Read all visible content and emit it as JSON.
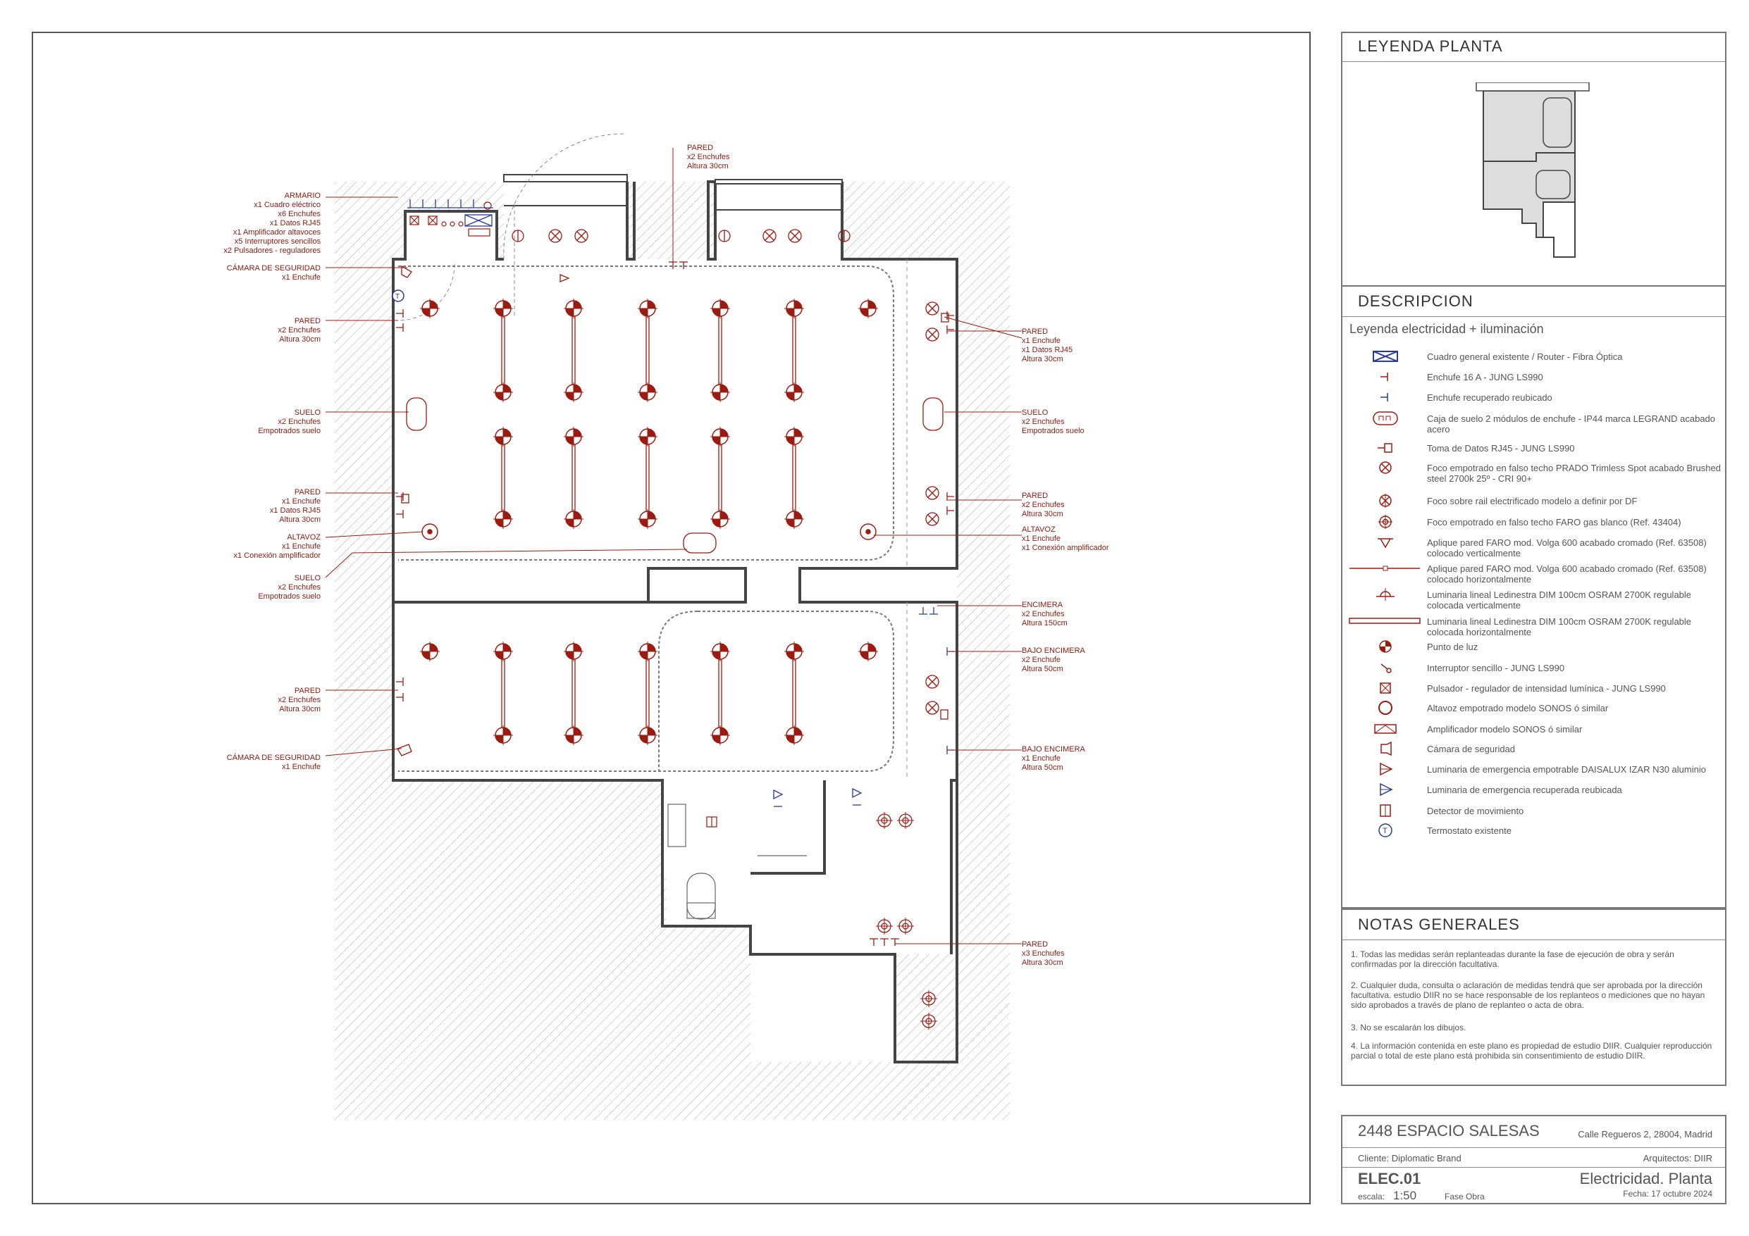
{
  "annotations_left": [
    {
      "lines": [
        "ARMARIO",
        "x1 Cuadro eléctrico",
        "x6 Enchufes",
        "x1 Datos RJ45",
        "x1 Amplificador altavoces",
        "x5 Interruptores sencillos",
        "x2 Pulsadores - reguladores"
      ]
    },
    {
      "lines": [
        "CÁMARA DE SEGURIDAD",
        "x1 Enchufe"
      ]
    },
    {
      "lines": [
        "PARED",
        "x2 Enchufes",
        "Altura 30cm"
      ]
    },
    {
      "lines": [
        "SUELO",
        "x2 Enchufes",
        "Empotrados suelo"
      ]
    },
    {
      "lines": [
        "PARED",
        "x1 Enchufe",
        "x1 Datos RJ45",
        "Altura 30cm"
      ]
    },
    {
      "lines": [
        "ALTAVOZ",
        "x1 Enchufe",
        "x1 Conexión amplificador"
      ]
    },
    {
      "lines": [
        "SUELO",
        "x2 Enchufes",
        "Empotrados suelo"
      ]
    },
    {
      "lines": [
        "PARED",
        "x2 Enchufes",
        "Altura 30cm"
      ]
    },
    {
      "lines": [
        "CÁMARA DE SEGURIDAD",
        "x1 Enchufe"
      ]
    }
  ],
  "annotations_right": [
    {
      "lines": [
        "PARED",
        "x2 Enchufes",
        "Altura 30cm"
      ]
    },
    {
      "lines": [
        "PARED",
        "x1 Enchufe",
        "x1 Datos RJ45",
        "Altura 30cm"
      ]
    },
    {
      "lines": [
        "SUELO",
        "x2 Enchufes",
        "Empotrados suelo"
      ]
    },
    {
      "lines": [
        "PARED",
        "x2 Enchufes",
        "Altura 30cm"
      ]
    },
    {
      "lines": [
        "ALTAVOZ",
        "x1 Enchufe",
        "x1 Conexión amplificador"
      ]
    },
    {
      "lines": [
        "ENCIMERA",
        "x2 Enchufes",
        "Altura 150cm"
      ]
    },
    {
      "lines": [
        "BAJO ENCIMERA",
        "x2 Enchufe",
        "Altura 50cm"
      ]
    },
    {
      "lines": [
        "BAJO ENCIMERA",
        "x1 Enchufe",
        "Altura 50cm"
      ]
    },
    {
      "lines": [
        "PARED",
        "x3 Enchufes",
        "Altura 30cm"
      ]
    }
  ],
  "legend_plan": {
    "title": "LEYENDA PLANTA"
  },
  "description": {
    "title": "DESCRIPCION",
    "subtitle": "Leyenda electricidad + iluminación",
    "items": [
      {
        "icon": "panel-cross-icon",
        "text": "Cuadro general existente / Router - Fibra Óptica"
      },
      {
        "icon": "socket-icon",
        "text": "Enchufe 16 A - JUNG LS990"
      },
      {
        "icon": "socket-blue-icon",
        "text": "Enchufe recuperado reubicado"
      },
      {
        "icon": "floor-box-icon",
        "text": "Caja de suelo 2 módulos de enchufe - IP44 marca LEGRAND acabado acero"
      },
      {
        "icon": "data-socket-icon",
        "text": "Toma de Datos RJ45 - JUNG LS990"
      },
      {
        "icon": "spot-icon",
        "text": "Foco empotrado en falso techo PRADO Trimless Spot acabado Brushed steel 2700k 25º - CRI 90+"
      },
      {
        "icon": "rail-spot-icon",
        "text": "Foco sobre rail electrificado modelo a definir por DF"
      },
      {
        "icon": "faro-spot-icon",
        "text": "Foco empotrado en falso techo FARO gas blanco (Ref. 43404)"
      },
      {
        "icon": "wall-light-v-icon",
        "text": "Aplique pared FARO mod. Volga 600 acabado cromado (Ref. 63508) colocado verticalmente"
      },
      {
        "icon": "wall-light-h-icon",
        "text": "Aplique pared FARO mod. Volga 600 acabado cromado (Ref. 63508) colocado horizontalmente"
      },
      {
        "icon": "linear-v-icon",
        "text": "Luminaria lineal Ledinestra DIM 100cm OSRAM 2700K regulable colocada verticalmente"
      },
      {
        "icon": "linear-h-icon",
        "text": "Luminaria lineal Ledinestra DIM 100cm OSRAM 2700K regulable colocada horizontalmente"
      },
      {
        "icon": "light-point-icon",
        "text": "Punto de luz"
      },
      {
        "icon": "switch-icon",
        "text": "Interruptor sencillo - JUNG LS990"
      },
      {
        "icon": "dimmer-icon",
        "text": "Pulsador - regulador de intensidad lumínica - JUNG LS990"
      },
      {
        "icon": "speaker-icon",
        "text": "Altavoz empotrado modelo SONOS ó similar"
      },
      {
        "icon": "amplifier-icon",
        "text": "Amplificador modelo SONOS ó similar"
      },
      {
        "icon": "camera-icon",
        "text": "Cámara de seguridad"
      },
      {
        "icon": "emergency-icon",
        "text": "Luminaria de emergencia empotrable DAISALUX IZAR N30 aluminio"
      },
      {
        "icon": "emergency-blue-icon",
        "text": "Luminaria de emergencia recuperada reubicada"
      },
      {
        "icon": "motion-icon",
        "text": "Detector de movimiento"
      },
      {
        "icon": "thermostat-icon",
        "text": "Termostato existente"
      }
    ]
  },
  "notes": {
    "title": "NOTAS GENERALES",
    "items": [
      "1. Todas las medidas serán replanteadas durante la fase de ejecución de obra y serán confirmadas por la dirección facultativa.",
      "2. Cualquier duda, consulta o aclaración de medidas tendrá que ser aprobada por la dirección facultativa. estudio DIIR no se hace responsable de los replanteos o mediciones que no hayan sido aprobados a través de plano de replanteo o acta de obra.",
      "3. No se escalarán los dibujos.",
      "4. La información contenida en este plano es propiedad de estudio DIIR. Cualquier reproducción parcial o total de este plano está prohibida sin consentimiento de estudio DIIR."
    ]
  },
  "titleblock": {
    "project": "2448 ESPACIO SALESAS",
    "address": "Calle Regueros 2, 28004, Madrid",
    "client": "Cliente: Diplomatic Brand",
    "architects": "Arquitectos: DIIR",
    "code": "ELEC.01",
    "sheet": "Electricidad. Planta",
    "scale_label": "escala:",
    "scale": "1:50",
    "phase": "Fase Obra",
    "date": "Fecha: 17 octubre 2024"
  },
  "colors": {
    "red": "#9b1b10",
    "dark_red": "#8b1a0f",
    "blue": "#2a3a9a",
    "wall": "#444"
  }
}
